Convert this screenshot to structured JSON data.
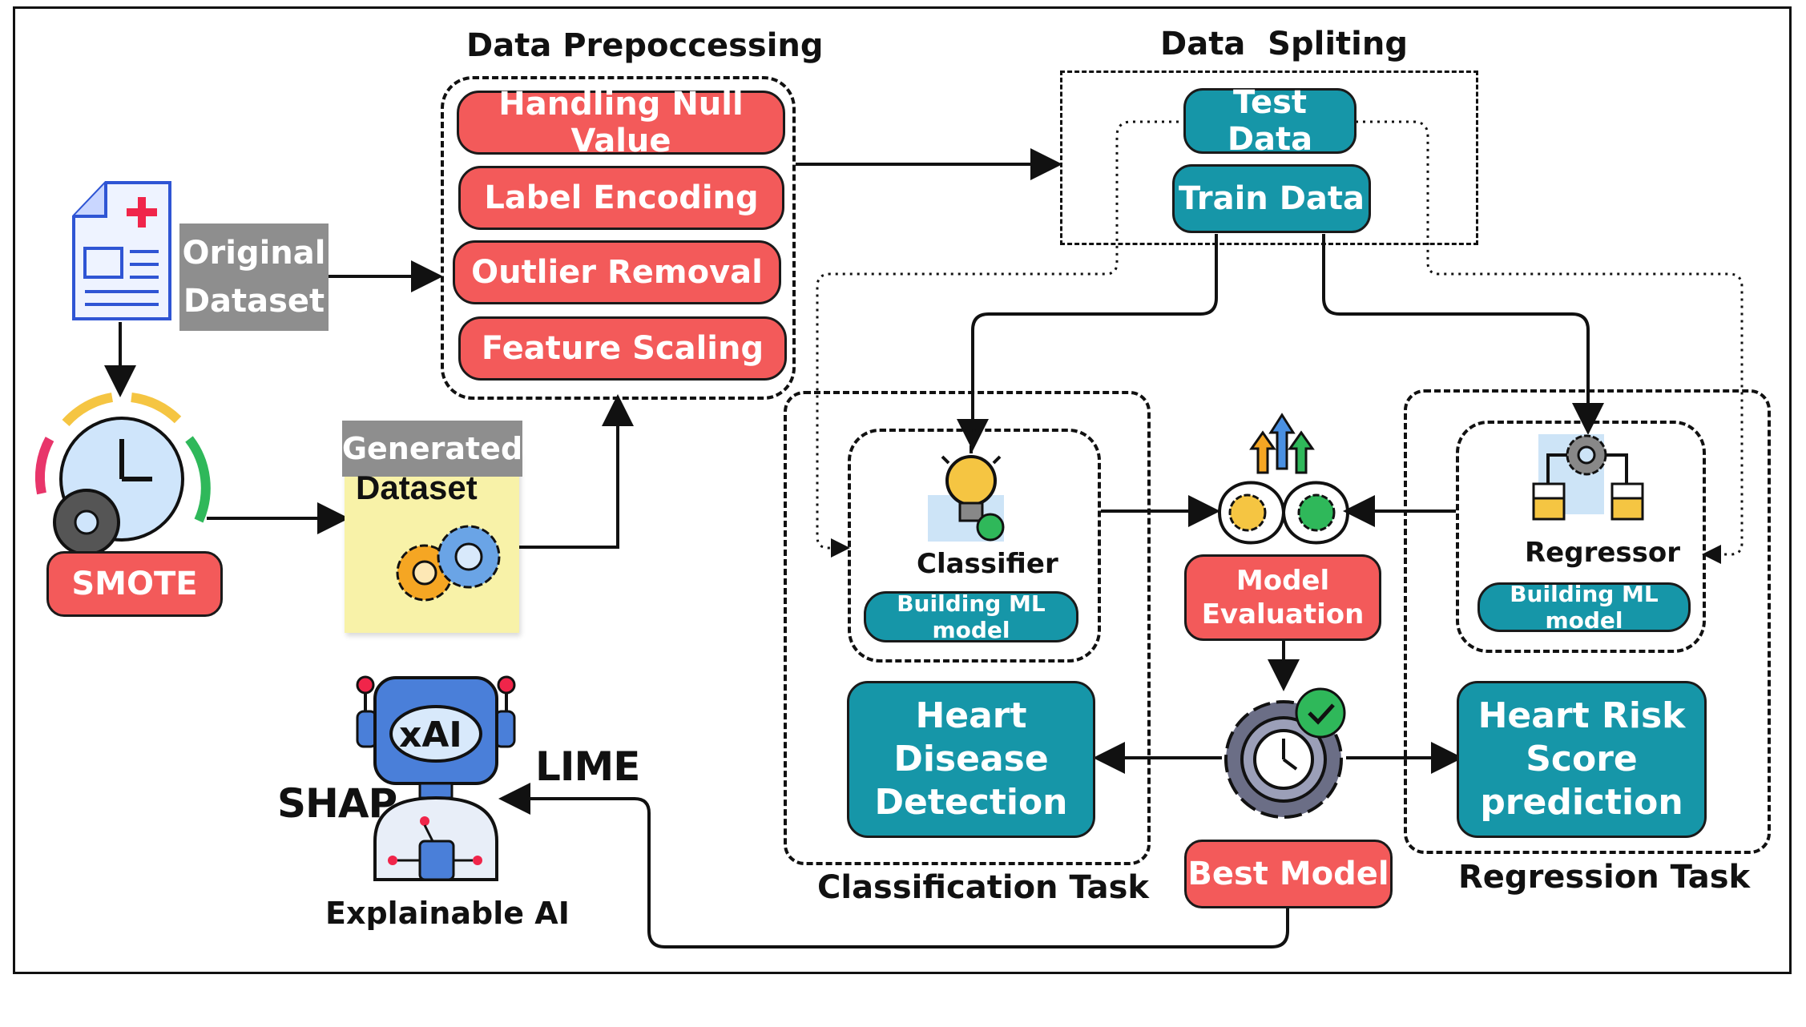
{
  "preprocessing": {
    "title": "Data Prepoccessing",
    "steps": [
      "Handling Null Value",
      "Label Encoding",
      "Outlier Removal",
      "Feature Scaling"
    ]
  },
  "splitting": {
    "title": "Data  Spliting",
    "test": "Test Data",
    "train": "Train Data"
  },
  "original_dataset": "Original Dataset",
  "smote": "SMOTE",
  "generated_dataset": {
    "tag": "Generated",
    "label": "Dataset"
  },
  "classification": {
    "model_label": "Classifier",
    "building": "Building ML model",
    "output": "Heart Disease Detection",
    "task": "Classification Task"
  },
  "regression": {
    "model_label": "Regressor",
    "building": "Building ML model",
    "output": "Heart Risk Score prediction",
    "task": "Regression Task"
  },
  "evaluation": "Model Evaluation",
  "best_model": "Best Model",
  "xai": {
    "badge": "xAI",
    "shap": "SHAP",
    "lime": "LIME",
    "caption": "Explainable AI"
  },
  "colors": {
    "red": "#f35a5a",
    "teal": "#1696a8",
    "gray": "#8e8e8e",
    "note_yellow": "#f8f2a8",
    "icon_blue": "#2f6fd6",
    "icon_orange": "#f5a623"
  }
}
